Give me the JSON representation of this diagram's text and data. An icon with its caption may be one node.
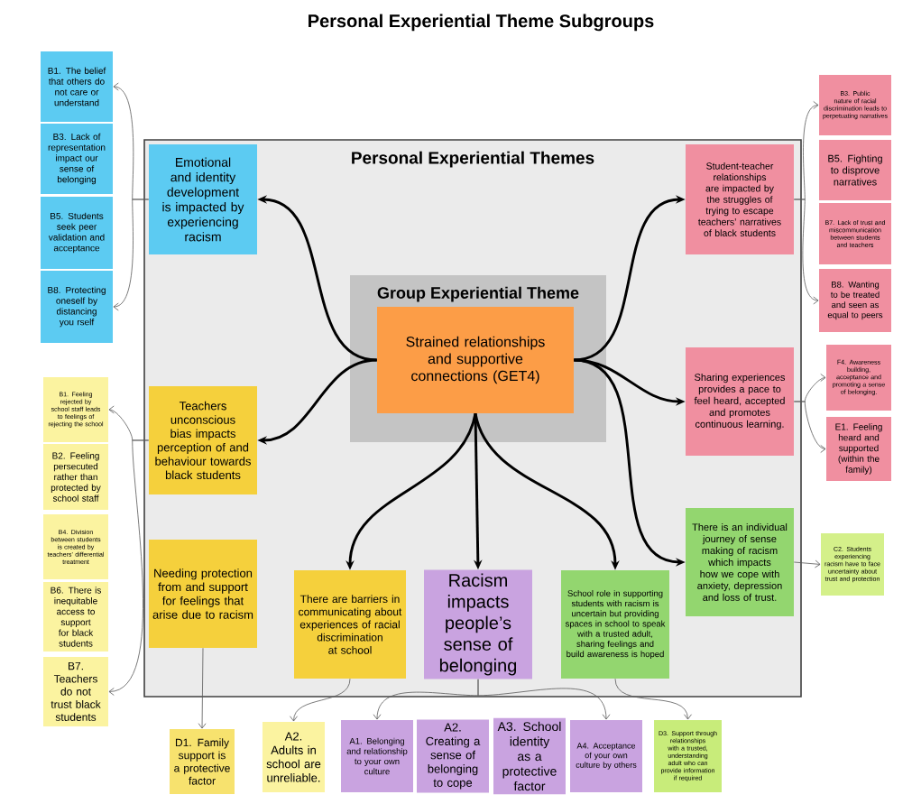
{
  "diagram": {
    "title": "Personal Experiential Theme Subgroups",
    "nodes": [
      {
        "text": [
          "Personal Experiential Themes"
        ]
      },
      {
        "text": [
          "Group Experiential Theme"
        ],
        "in": 0
      },
      {
        "text": [
          "Strained relationships and supportive connections (GET4)"
        ],
        "in": 1
      },
      {
        "text": [
          "Emotional and identity development is impacted by experiencing racism"
        ],
        "in": 0
      },
      {
        "text": [
          "Teachers unconscious bias impacts perception of and behaviour towards black students"
        ],
        "in": 0
      },
      {
        "text": [
          "Needing protection from and support for feelings that arise due to racism"
        ],
        "in": 0
      },
      {
        "text": [
          "There are barriers in communicating about experiences of racial discrimination at school"
        ],
        "in": 0
      },
      {
        "text": [
          "Racism impacts people’s sense of belonging"
        ],
        "in": 0
      },
      {
        "text": [
          "School role in supporting students with racism is uncertain but providing spaces in school to speak with a trusted adult, sharing feelings and build awareness is hoped"
        ],
        "in": 0
      },
      {
        "text": [
          "Student-teacher relationships are impacted by the struggles of trying to escape teachers’ narratives of black students"
        ],
        "in": 0
      },
      {
        "text": [
          "Sharing experiences provides a pace to feel heard, accepted and promotes continuous learning."
        ],
        "in": 0
      },
      {
        "text": [
          "There is an individual journey of sense making of racism which impacts how we cope with anxiety, depression and loss of trust."
        ],
        "in": 0
      },
      {
        "text": [
          "B1. The belief that others do not care or understand"
        ]
      },
      {
        "text": [
          "B3. Lack of representation impact our sense of belonging"
        ]
      },
      {
        "text": [
          "B5. Students seek peer validation and acceptance"
        ]
      },
      {
        "text": [
          "B8. Protecting oneself by distancing you rself"
        ]
      },
      {
        "text": [
          "B1. Feeling rejected by school staff leads to feelings of rejecting the school"
        ]
      },
      {
        "text": [
          "B2. Feeling persecuted rather than protected by school staff"
        ]
      },
      {
        "text": [
          "B4. Division between students is created by teachers’ differential treatment"
        ]
      },
      {
        "text": [
          "B6. There is inequitable access to support for black students"
        ]
      },
      {
        "text": [
          "B7. Teachers do not trust black students"
        ]
      },
      {
        "text": [
          "B3. Public nature of racial discrimination leads to perpetuating narratives"
        ]
      },
      {
        "text": [
          "B5. Fighting to disprove narratives"
        ]
      },
      {
        "text": [
          "B7. Lack of trust and miscommunication between students and teachers"
        ]
      },
      {
        "text": [
          "B8. Wanting to be treated and seen as equal to peers"
        ]
      },
      {
        "text": [
          "F4. Awareness building, acceptance and promoting a sense of belonging."
        ]
      },
      {
        "text": [
          "E1. Feeling heard and supported (within the family)"
        ]
      },
      {
        "text": [
          "C2. Students experiencing racism have to face uncertainty about trust and protection"
        ]
      },
      {
        "text": [
          "D1. Family support is a protective factor"
        ]
      },
      {
        "text": [
          "A2. Adults in school are unreliable."
        ]
      },
      {
        "text": [
          "A1. Belonging and relationship to your own culture"
        ]
      },
      {
        "text": [
          "A2. Creating a sense of belonging to cope"
        ]
      },
      {
        "text": [
          "A3. School identity as a protective factor"
        ]
      },
      {
        "text": [
          "A4. Acceptance of your own culture by others"
        ]
      },
      {
        "text": [
          "D3. Support through relationships with a trusted, understanding adult who can provide information if required"
        ]
      }
    ],
    "edges": [
      {
        "from": 2,
        "to": 3,
        "arrow": "to",
        "style": "thick"
      },
      {
        "from": 2,
        "to": 4,
        "arrow": "to",
        "style": "thick"
      },
      {
        "from": 2,
        "to": 6,
        "arrow": "to",
        "style": "thick"
      },
      {
        "from": 2,
        "to": 7,
        "arrow": "to",
        "style": "thick"
      },
      {
        "from": 2,
        "to": 8,
        "arrow": "to",
        "style": "thick"
      },
      {
        "from": 2,
        "to": 9,
        "arrow": "to",
        "style": "thick"
      },
      {
        "from": 2,
        "to": 10,
        "arrow": "to",
        "style": "thick"
      },
      {
        "from": 2,
        "to": 11,
        "arrow": "to",
        "style": "thick"
      },
      {
        "from": 3,
        "to": 12,
        "arrow": "to"
      },
      {
        "from": 3,
        "to": 15,
        "arrow": "to"
      },
      {
        "from": 4,
        "to": 16,
        "arrow": "to"
      },
      {
        "from": 4,
        "to": 20,
        "arrow": "to"
      },
      {
        "from": 9,
        "to": 21,
        "arrow": "to"
      },
      {
        "from": 9,
        "to": 24,
        "arrow": "to"
      },
      {
        "from": 10,
        "to": 25,
        "arrow": "to"
      },
      {
        "from": 10,
        "to": 26,
        "arrow": "to"
      },
      {
        "from": 11,
        "to": 27,
        "arrow": "to"
      },
      {
        "from": 5,
        "to": 28,
        "arrow": "to"
      },
      {
        "from": 6,
        "to": 29,
        "arrow": "to"
      },
      {
        "from": 7,
        "to": 30,
        "arrow": "to"
      },
      {
        "from": 7,
        "to": 33,
        "arrow": "to"
      },
      {
        "from": 8,
        "to": 34,
        "arrow": "to"
      }
    ]
  }
}
